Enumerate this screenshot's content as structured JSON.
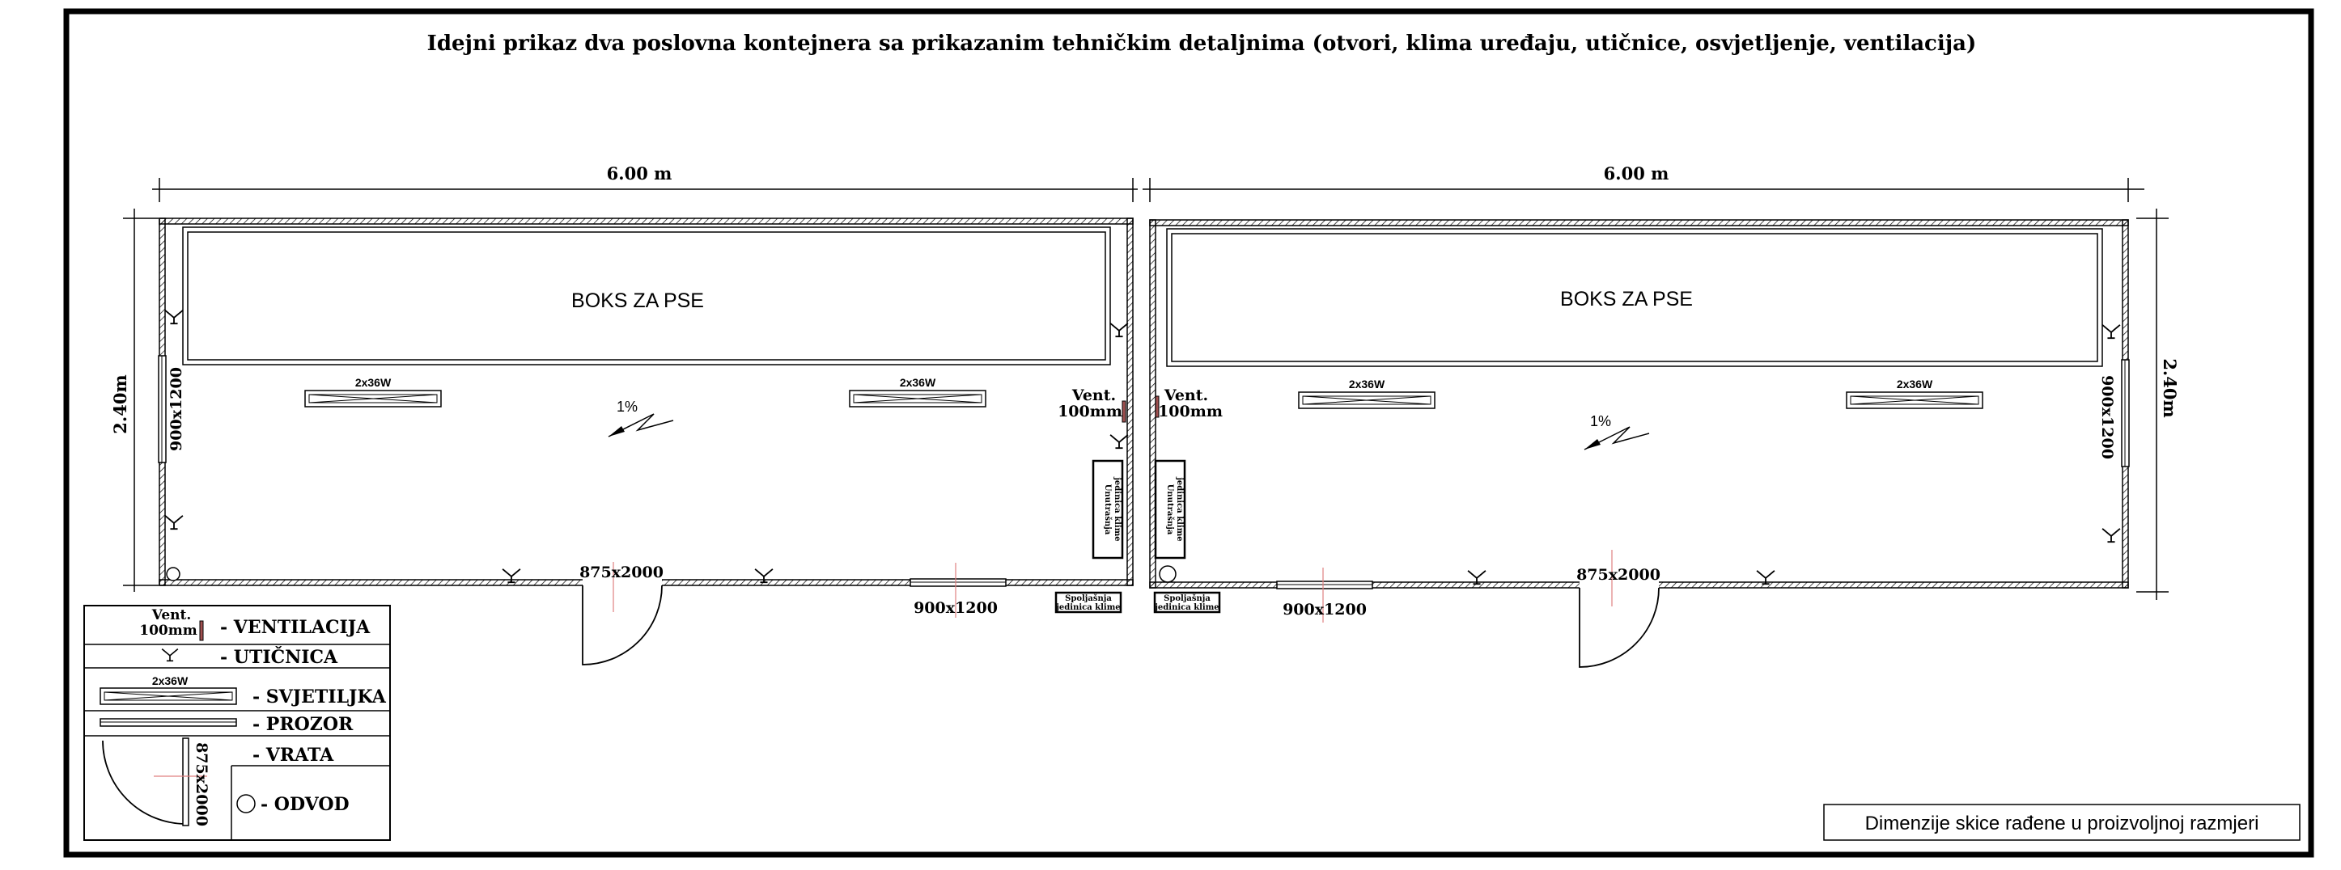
{
  "title": "Idejni prikaz dva poslovna kontejnera sa prikazanim tehničkim detaljnima (otvori, klima uređaju, utičnice, osvjetljenje, ventilacija)",
  "left_container": {
    "width_label": "6.00 m",
    "height_label": "2.40m",
    "box_label": "BOKS ZA PSE",
    "lights": [
      "2x36W",
      "2x36W"
    ],
    "slope": "1%",
    "side_window": "900x1200",
    "door": "875x2000",
    "bottom_window": "900x1200",
    "vent_line1": "Vent.",
    "vent_line2": "100mm",
    "indoor_ac_line1": "Unutrašnja",
    "indoor_ac_line2": "jedinica klime",
    "outdoor_ac_line1": "Spoljašnja",
    "outdoor_ac_line2": "jedinica klime"
  },
  "right_container": {
    "width_label": "6.00 m",
    "height_label": "2.40m",
    "box_label": "BOKS ZA PSE",
    "lights": [
      "2x36W",
      "2x36W"
    ],
    "slope": "1%",
    "side_window": "900x1200",
    "door": "875x2000",
    "bottom_window": "900x1200",
    "vent_line1": "Vent.",
    "vent_line2": "100mm",
    "indoor_ac_line1": "Unutrašnja",
    "indoor_ac_line2": "jedinica klime",
    "outdoor_ac_line1": "Spoljašnja",
    "outdoor_ac_line2": "jedinica klime"
  },
  "legend": {
    "vent_line1": "Vent.",
    "vent_line2": "100mm",
    "ventilation": "- VENTILACIJA",
    "socket": "- UTIČNICA",
    "light_symbol": "2x36W",
    "light": "- SVJETILJKA",
    "window": "- PROZOR",
    "door_dim": "875x2000",
    "door": "- VRATA",
    "drain": "- ODVOD"
  },
  "note": "Dimenzije skice rađene u proizvoljnoj razmjeri"
}
